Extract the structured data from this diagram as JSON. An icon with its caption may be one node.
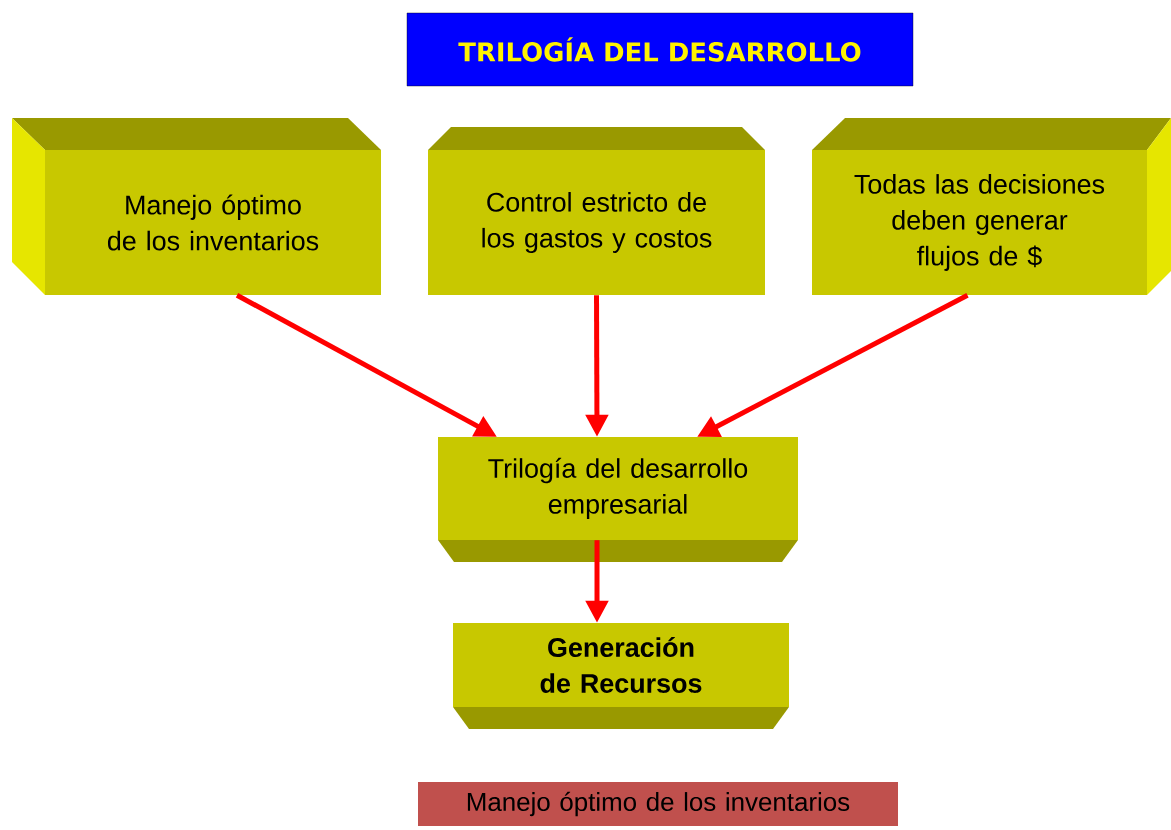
{
  "diagram": {
    "title": "TRILOGÍA DEL DESARROLLO",
    "nodes": [
      {
        "text": [
          "Manejo óptimo de los inventarios"
        ]
      },
      {
        "text": [
          "Control estricto de los gastos y costos"
        ]
      },
      {
        "text": [
          "Todas las decisiones deben generar flujos de $"
        ]
      },
      {
        "text": [
          "Trilogía del desarrollo empresarial"
        ]
      },
      {
        "text": [
          "Generación de Recursos"
        ]
      },
      {
        "text": [
          "Manejo óptimo de los inventarios"
        ]
      }
    ],
    "edges": [
      {
        "from": 0,
        "to": 3,
        "arrow": "to"
      },
      {
        "from": 1,
        "to": 3,
        "arrow": "to"
      },
      {
        "from": 2,
        "to": 3,
        "arrow": "to"
      },
      {
        "from": 3,
        "to": 4,
        "arrow": "to"
      }
    ]
  }
}
